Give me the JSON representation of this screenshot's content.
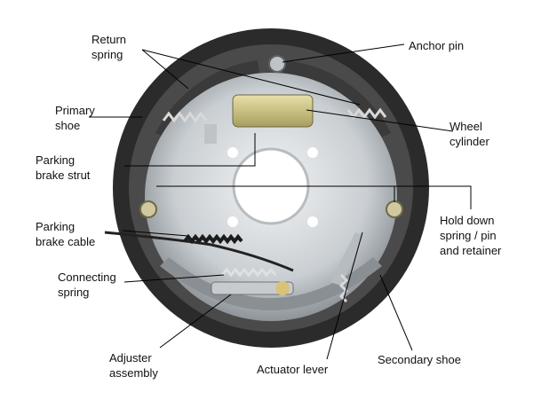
{
  "labels": {
    "return_spring": [
      "Return",
      "spring"
    ],
    "anchor_pin": [
      "Anchor pin"
    ],
    "primary_shoe": [
      "Primary",
      "shoe"
    ],
    "wheel_cylinder": [
      "Wheel",
      "cylinder"
    ],
    "parking_brake_strut": [
      "Parking",
      "brake strut"
    ],
    "hold_down": [
      "Hold down",
      "spring / pin",
      "and retainer"
    ],
    "parking_brake_cable": [
      "Parking",
      "brake cable"
    ],
    "connecting_spring": [
      "Connecting",
      "spring"
    ],
    "adjuster_assembly": [
      "Adjuster",
      "assembly"
    ],
    "actuator_lever": [
      "Actuator lever"
    ],
    "secondary_shoe": [
      "Secondary shoe"
    ]
  },
  "colors": {
    "drum_outer": "#2b2b2b",
    "drum_inner": "#4a4a4a",
    "backing_plate": "#cfd3d6",
    "shoe_lining": "#3a3a3a",
    "cylinder": "#c9c08a",
    "spring": "#d9d9d9",
    "leader_line": "#000000"
  }
}
